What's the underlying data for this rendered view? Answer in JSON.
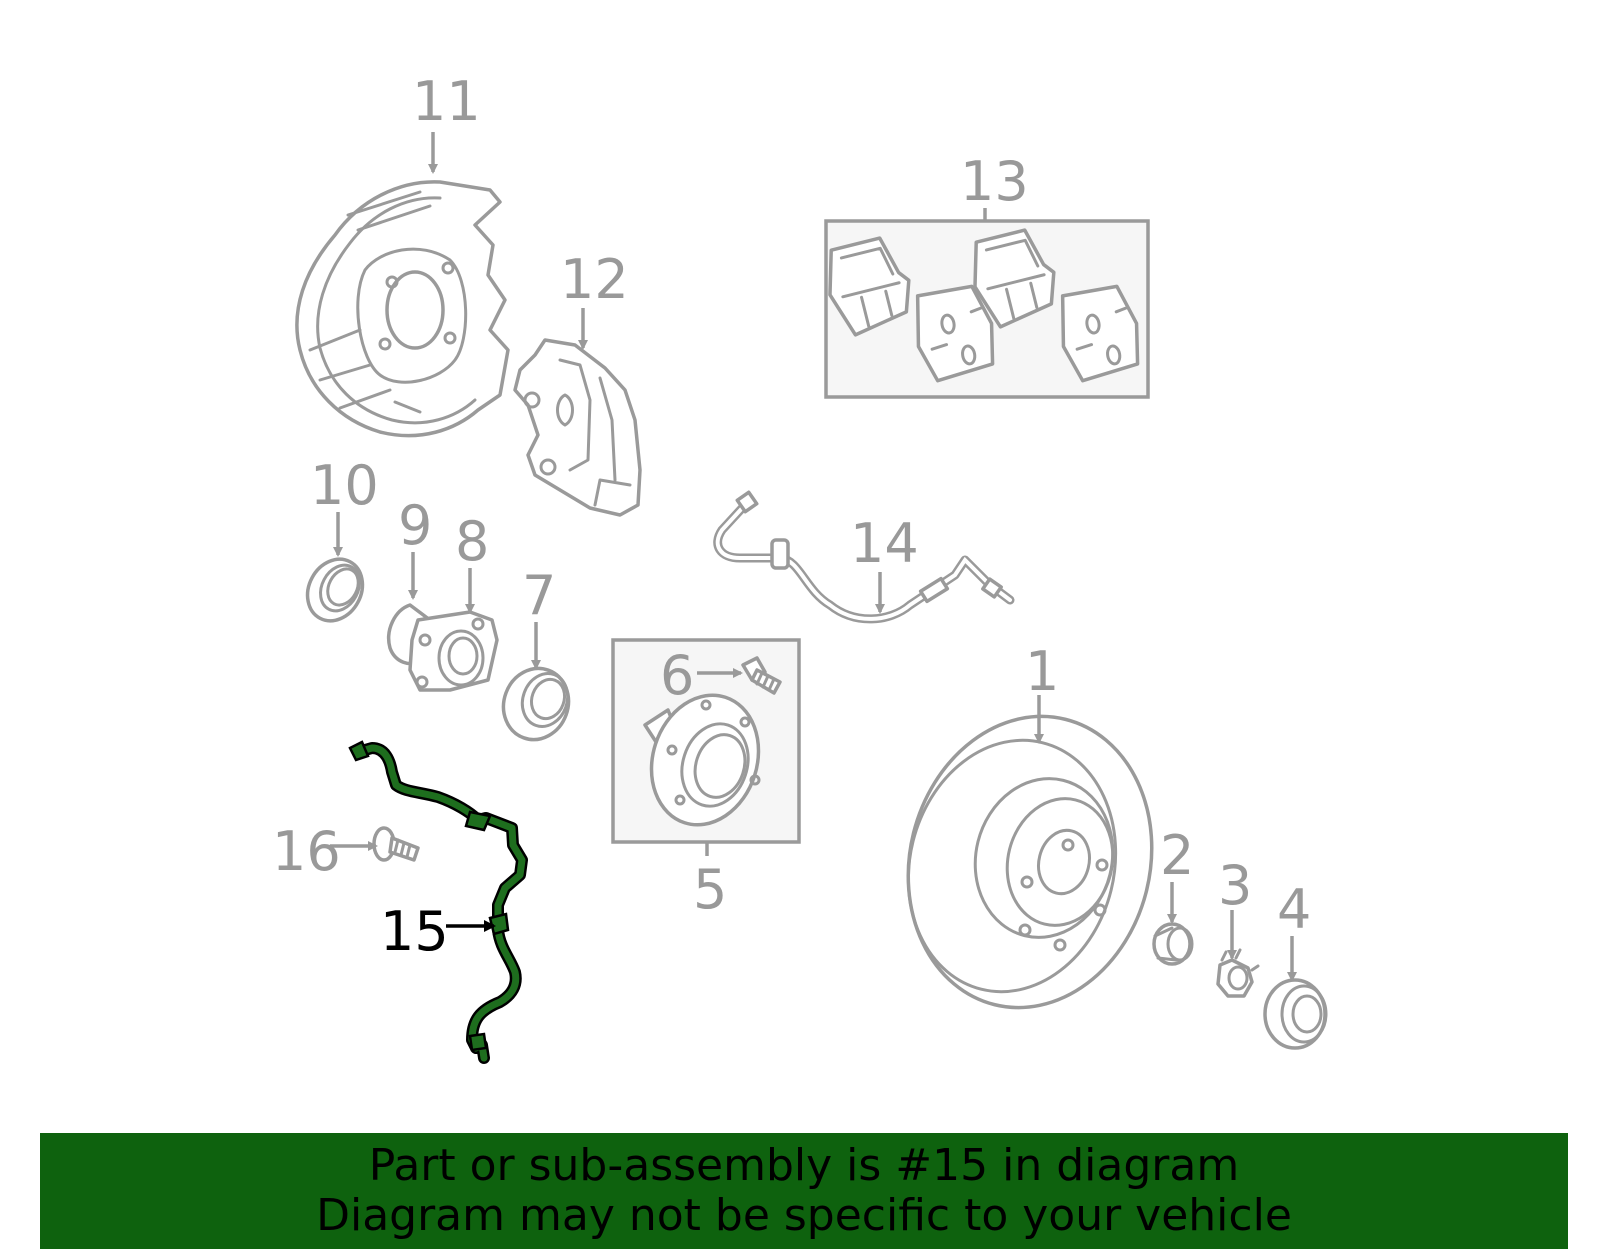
{
  "callouts": {
    "p1": "1",
    "p2": "2",
    "p3": "3",
    "p4": "4",
    "p5": "5",
    "p6": "6",
    "p7": "7",
    "p8": "8",
    "p9": "9",
    "p10": "10",
    "p11": "11",
    "p12": "12",
    "p13": "13",
    "p14": "14",
    "p15": "15",
    "p16": "16"
  },
  "highlight": {
    "part": "15",
    "color": "#1e6e1e"
  },
  "banner": {
    "line1": "Part or sub-assembly is #15 in diagram",
    "line2": "Diagram may not be specific to your vehicle",
    "background": "#0e620e"
  }
}
